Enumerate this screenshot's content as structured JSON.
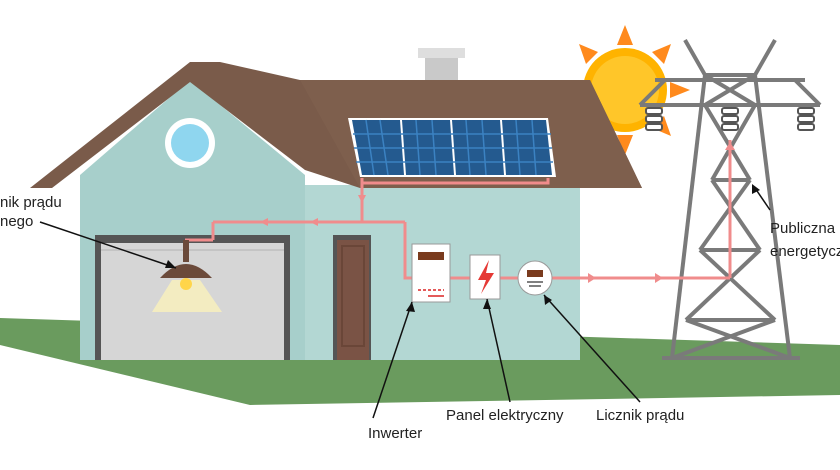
{
  "labels": {
    "consumer_line1": "nik prądu",
    "consumer_line2": "nego",
    "inverter": "Inwerter",
    "panel": "Panel elektryczny",
    "meter": "Licznik prądu",
    "grid_line1": "Publiczna",
    "grid_line2": "energetycz"
  },
  "colors": {
    "wall": "#a7cfcb",
    "wall_front": "#b3d7d3",
    "roof": "#7a5b4a",
    "panel": "#245a8f",
    "panel_cell": "#3b82c2",
    "wire": "#f08c8c",
    "sun": "#ffb300",
    "sun_ray": "#ff8a1d",
    "tower": "#7a7a7a",
    "grass": "#6a9b5e",
    "door": "#7a5345",
    "garage": "#d6d6d6",
    "window": "#8fd6ef"
  },
  "icons": [
    "sun-icon",
    "solar-panel-icon",
    "lamp-icon",
    "inverter-icon",
    "electric-panel-icon",
    "meter-icon",
    "power-tower-icon"
  ]
}
